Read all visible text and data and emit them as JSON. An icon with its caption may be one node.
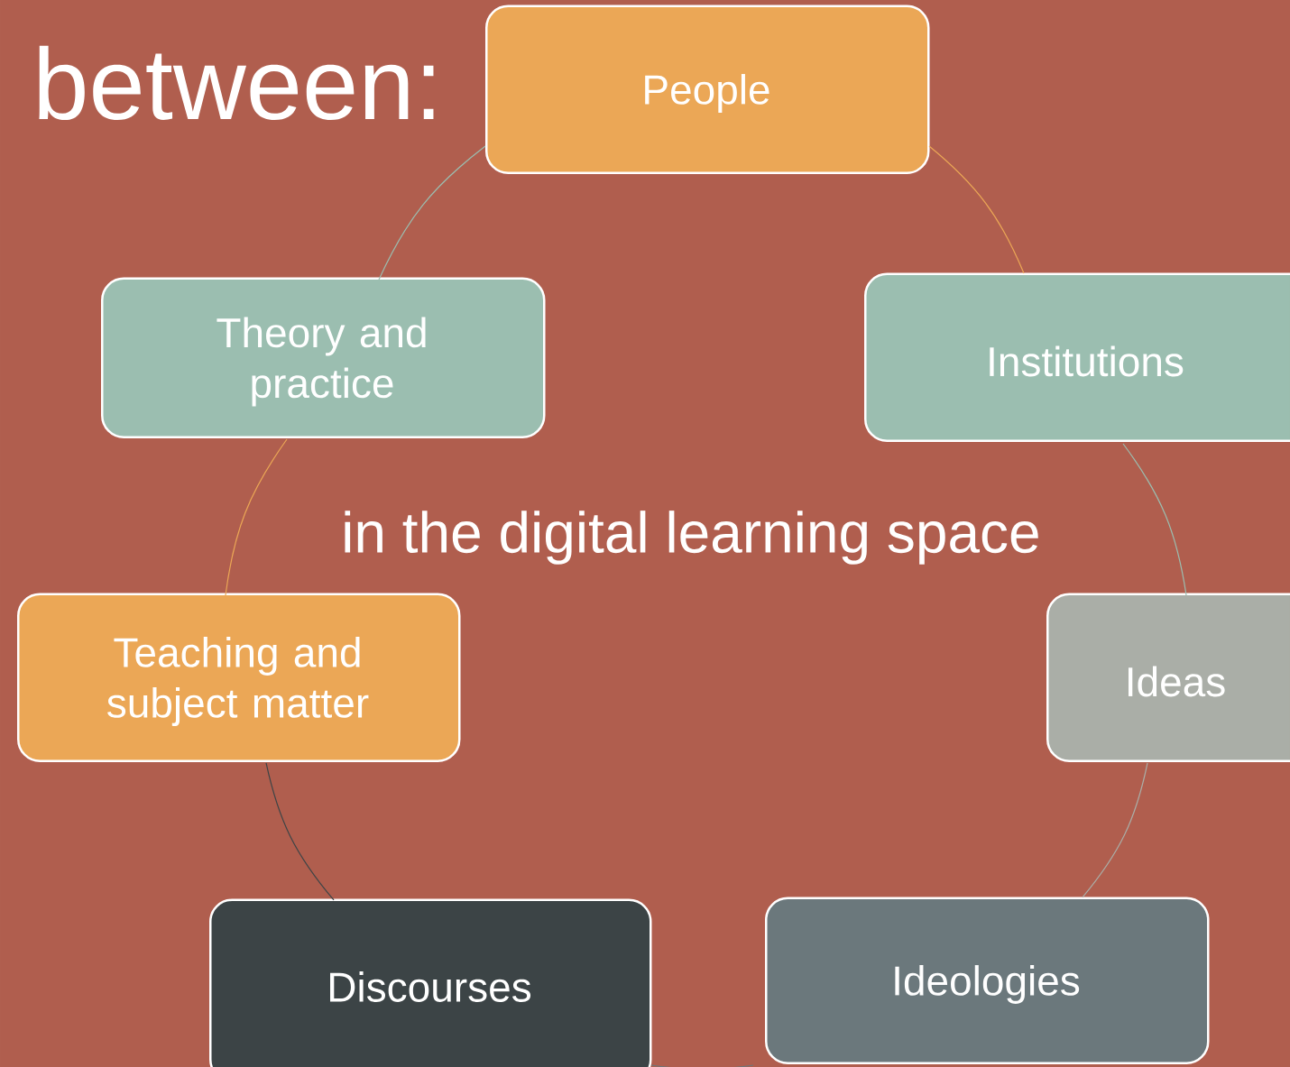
{
  "diagram": {
    "nodes": [
      {
        "text": [
          "People"
        ]
      },
      {
        "text": [
          "Institutions"
        ]
      },
      {
        "text": [
          "Ideas"
        ]
      },
      {
        "text": [
          "Ideologies"
        ]
      },
      {
        "text": [
          "Discourses"
        ]
      },
      {
        "text": [
          "Teaching and subject matter"
        ]
      },
      {
        "text": [
          "Theory and practice"
        ]
      }
    ],
    "edges": [
      {
        "from": 0,
        "to": 1,
        "arrow": "none",
        "color": "#eba756"
      },
      {
        "from": 1,
        "to": 2,
        "arrow": "none",
        "color": "#9bbeb0"
      },
      {
        "from": 2,
        "to": 3,
        "arrow": "none",
        "color": "#aaaea7"
      },
      {
        "from": 3,
        "to": 4,
        "arrow": "none",
        "color": "#6b787c"
      },
      {
        "from": 4,
        "to": 5,
        "arrow": "none",
        "color": "#3c4446"
      },
      {
        "from": 5,
        "to": 6,
        "arrow": "none",
        "color": "#eba756"
      },
      {
        "from": 6,
        "to": 0,
        "arrow": "none",
        "color": "#9bbeb0"
      }
    ],
    "labels": [
      "between:",
      "in the digital learning space"
    ]
  }
}
